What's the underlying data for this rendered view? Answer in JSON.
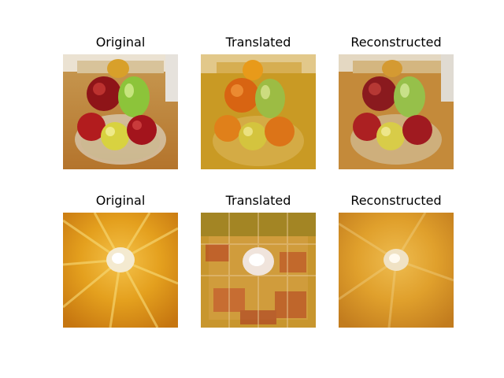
{
  "rows": [
    {
      "cells": [
        {
          "title": "Original",
          "image": "apples-in-glass-bowl-original"
        },
        {
          "title": "Translated",
          "image": "apples-translated-to-oranges"
        },
        {
          "title": "Reconstructed",
          "image": "apples-reconstructed"
        }
      ]
    },
    {
      "cells": [
        {
          "title": "Original",
          "image": "orange-cross-section-original"
        },
        {
          "title": "Translated",
          "image": "orange-translated-to-apple-texture"
        },
        {
          "title": "Reconstructed",
          "image": "orange-reconstructed"
        }
      ]
    }
  ]
}
